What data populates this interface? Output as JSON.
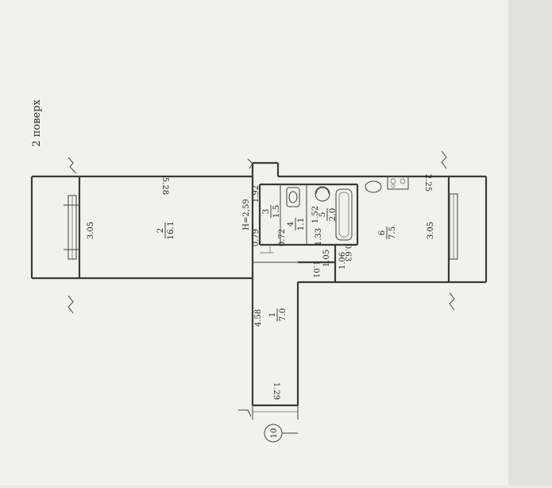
{
  "floor_label": "2 поверх",
  "entrance_number": "10",
  "ceiling_height": "H=2,59",
  "rooms": [
    {
      "number": "2",
      "area": "16.1"
    },
    {
      "number": "3",
      "area": "1.5"
    },
    {
      "number": "4",
      "area": "1.1"
    },
    {
      "number": "5",
      "area": "2.0"
    },
    {
      "number": "6",
      "area": "7.5"
    },
    {
      "number": "1",
      "area": "7.0"
    }
  ],
  "dimensions": {
    "room2_length": "5.28",
    "room2_width": "3.05",
    "room6_width": "3.05",
    "room3_length": "1.92",
    "room3_width": "0.79",
    "room4_width": "0.72",
    "room5_length": "1.52",
    "room5_width": "1.33",
    "kitchen_niche": "2.25",
    "wall_a": "0.63",
    "wall_b": "1.05",
    "wall_c": "1.06",
    "corridor_step": "1.01",
    "hall_length": "4.58",
    "hall_width": "1.29"
  },
  "colors": {
    "paper": "#f1f1ee",
    "line": "#3a3a3a"
  }
}
